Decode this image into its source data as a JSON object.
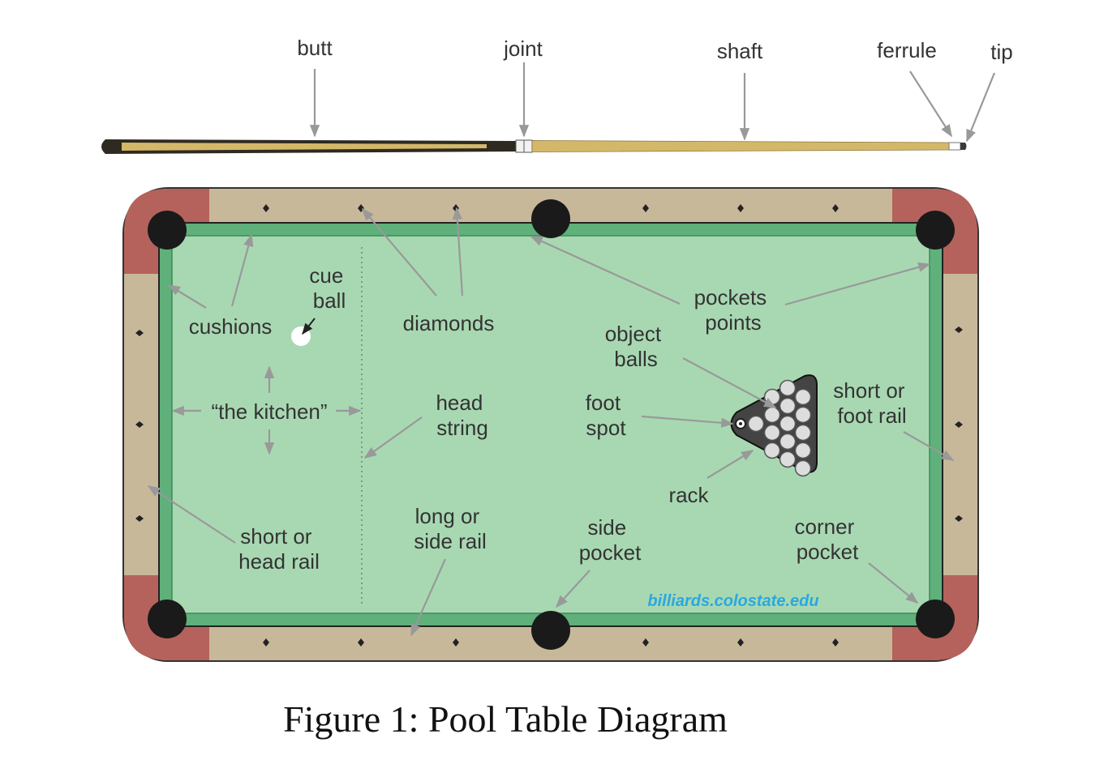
{
  "cue": {
    "butt": "butt",
    "joint": "joint",
    "shaft": "shaft",
    "ferrule": "ferrule",
    "tip": "tip"
  },
  "table": {
    "cushions": "cushions",
    "cue_ball": [
      "cue",
      "ball"
    ],
    "kitchen": "“the kitchen”",
    "short_head_rail": [
      "short or",
      "head rail"
    ],
    "diamonds": "diamonds",
    "head_string": [
      "head",
      "string"
    ],
    "long_side_rail": [
      "long or",
      "side rail"
    ],
    "pockets_points": [
      "pockets",
      "points"
    ],
    "object_balls": [
      "object",
      "balls"
    ],
    "foot_spot": [
      "foot",
      "spot"
    ],
    "rack": "rack",
    "short_foot_rail": [
      "short or",
      "foot rail"
    ],
    "side_pocket": [
      "side",
      "pocket"
    ],
    "corner_pocket": [
      "corner",
      "pocket"
    ],
    "credit": "billiards.colostate.edu"
  },
  "caption": "Figure 1: Pool Table Diagram",
  "colors": {
    "felt": "#a8d8b2",
    "cushion": "#5fb07a",
    "rail": "#c8b89a",
    "corner_caps": "#b5625c",
    "pocket": "#1a1a1a",
    "cue_wood": "#d4b86a",
    "credit_text": "#2aa8e0",
    "arrow": "#999999"
  }
}
